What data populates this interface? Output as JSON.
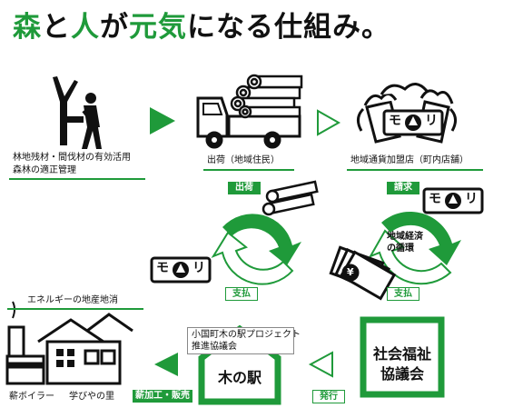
{
  "title": {
    "part1": "森",
    "part2": "と",
    "part3": "人",
    "part4": "が",
    "part5": "元気",
    "part6": "になる仕組み。"
  },
  "labels": {
    "forestry": "林地残材・間伐材の有効活用",
    "forest_mgmt": "森林の適正管理",
    "shipping_residents": "出荷（地域住民）",
    "currency_store": "地域通貨加盟店（町内店舗）",
    "shipping": "出荷",
    "payment_left": "支払",
    "request": "請求",
    "local_economy_1": "地域経済",
    "local_economy_2": "の循環",
    "payment_right": "支払",
    "energy": "エネルギーの地産地消",
    "boiler": "薪ボイラー",
    "school": "学びやの里",
    "project_1": "小国町木の駅プロジェクト",
    "project_2": "推進協議会",
    "station": "木の駅",
    "firewood_sales": "薪加工・販売",
    "welfare_1": "社会福祉",
    "welfare_2": "協議会",
    "issue": "発行",
    "coupon": "モ",
    "coupon2": "リ",
    "bill_mark": "¥"
  },
  "colors": {
    "accent": "#1f9a3a",
    "ink": "#111111"
  },
  "icons": [
    "lumberjack-icon",
    "truck-icon",
    "log-icon",
    "beer-mug-icon",
    "coupon-icon",
    "banknote-icon",
    "boiler-icon",
    "house-icon",
    "cycle-arrow-icon",
    "triangle-arrow-icon"
  ]
}
